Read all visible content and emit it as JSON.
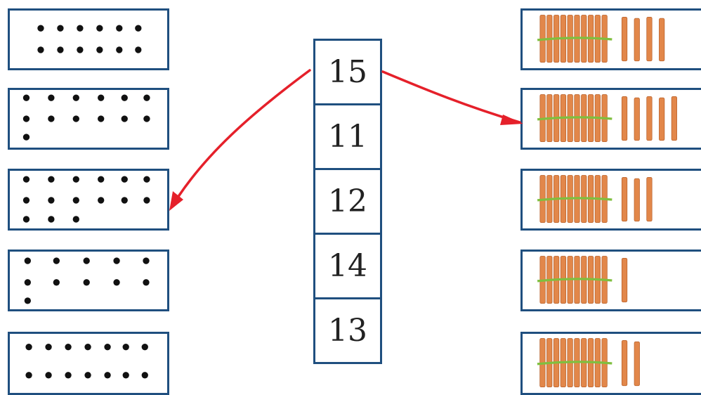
{
  "numbers": [
    "15",
    "11",
    "12",
    "14",
    "13"
  ],
  "dot_cards": [
    {
      "count": 12
    },
    {
      "count": 13
    },
    {
      "count": 15
    },
    {
      "count": 11
    },
    {
      "count": 14
    }
  ],
  "stick_cards": [
    {
      "bundle": 10,
      "loose": 4
    },
    {
      "bundle": 10,
      "loose": 5
    },
    {
      "bundle": 10,
      "loose": 3
    },
    {
      "bundle": 10,
      "loose": 1
    },
    {
      "bundle": 10,
      "loose": 2
    }
  ],
  "colors": {
    "border": "#1f4f7f",
    "dot": "#111111",
    "stick": "#e2874a",
    "stick_dark": "#b8612b",
    "band": "#7fbf3f",
    "arrow": "#e5202a"
  }
}
